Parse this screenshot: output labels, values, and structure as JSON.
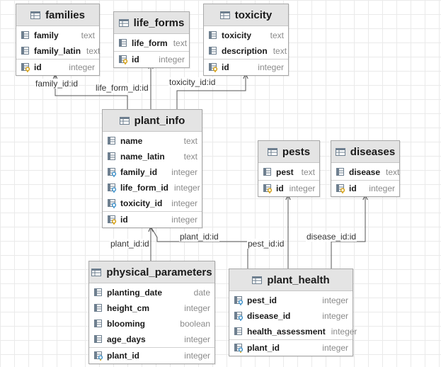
{
  "tables": {
    "families": {
      "name": "families",
      "columns": [
        {
          "name": "family",
          "type": "text",
          "icon": "column-icon"
        },
        {
          "name": "family_latin",
          "type": "text",
          "icon": "column-icon"
        }
      ],
      "pk": {
        "name": "id",
        "type": "integer",
        "icon": "primary-key-icon"
      }
    },
    "life_forms": {
      "name": "life_forms",
      "columns": [
        {
          "name": "life_form",
          "type": "text",
          "icon": "column-icon"
        }
      ],
      "pk": {
        "name": "id",
        "type": "integer",
        "icon": "primary-key-icon"
      }
    },
    "toxicity": {
      "name": "toxicity",
      "columns": [
        {
          "name": "toxicity",
          "type": "text",
          "icon": "column-icon"
        },
        {
          "name": "description",
          "type": "text",
          "icon": "column-icon"
        }
      ],
      "pk": {
        "name": "id",
        "type": "integer",
        "icon": "primary-key-icon"
      }
    },
    "plant_info": {
      "name": "plant_info",
      "columns": [
        {
          "name": "name",
          "type": "text",
          "icon": "column-icon"
        },
        {
          "name": "name_latin",
          "type": "text",
          "icon": "column-icon"
        },
        {
          "name": "family_id",
          "type": "integer",
          "icon": "foreign-key-icon"
        },
        {
          "name": "life_form_id",
          "type": "integer",
          "icon": "foreign-key-icon"
        },
        {
          "name": "toxicity_id",
          "type": "integer",
          "icon": "foreign-key-icon"
        }
      ],
      "pk": {
        "name": "id",
        "type": "integer",
        "icon": "primary-key-icon"
      }
    },
    "pests": {
      "name": "pests",
      "columns": [
        {
          "name": "pest",
          "type": "text",
          "icon": "column-icon"
        }
      ],
      "pk": {
        "name": "id",
        "type": "integer",
        "icon": "primary-key-icon"
      }
    },
    "diseases": {
      "name": "diseases",
      "columns": [
        {
          "name": "disease",
          "type": "text",
          "icon": "column-icon"
        }
      ],
      "pk": {
        "name": "id",
        "type": "integer",
        "icon": "primary-key-icon"
      }
    },
    "physical_parameters": {
      "name": "physical_parameters",
      "columns": [
        {
          "name": "planting_date",
          "type": "date",
          "icon": "column-icon"
        },
        {
          "name": "height_cm",
          "type": "integer",
          "icon": "column-icon"
        },
        {
          "name": "blooming",
          "type": "boolean",
          "icon": "column-icon"
        },
        {
          "name": "age_days",
          "type": "integer",
          "icon": "column-icon"
        }
      ],
      "pk": {
        "name": "plant_id",
        "type": "integer",
        "icon": "primary-foreign-key-icon"
      }
    },
    "plant_health": {
      "name": "plant_health",
      "columns": [
        {
          "name": "pest_id",
          "type": "integer",
          "icon": "foreign-key-icon"
        },
        {
          "name": "disease_id",
          "type": "integer",
          "icon": "foreign-key-icon"
        },
        {
          "name": "health_assessment",
          "type": "integer",
          "icon": "column-icon"
        }
      ],
      "pk": {
        "name": "plant_id",
        "type": "integer",
        "icon": "primary-foreign-key-icon"
      }
    }
  },
  "links": {
    "family_id": "family_id:id",
    "life_form_id": "life_form_id:id",
    "toxicity_id": "toxicity_id:id",
    "plant_id_phys": "plant_id:id",
    "plant_id_health": "plant_id:id",
    "pest_id": "pest_id:id",
    "disease_id": "disease_id:id"
  },
  "colors": {
    "header": "#e4e4e4",
    "border": "#a8a8a8",
    "link": "#555555",
    "column_icon": "#6e7f8f",
    "key": "#d4a017",
    "fk": "#3a8fc9"
  }
}
